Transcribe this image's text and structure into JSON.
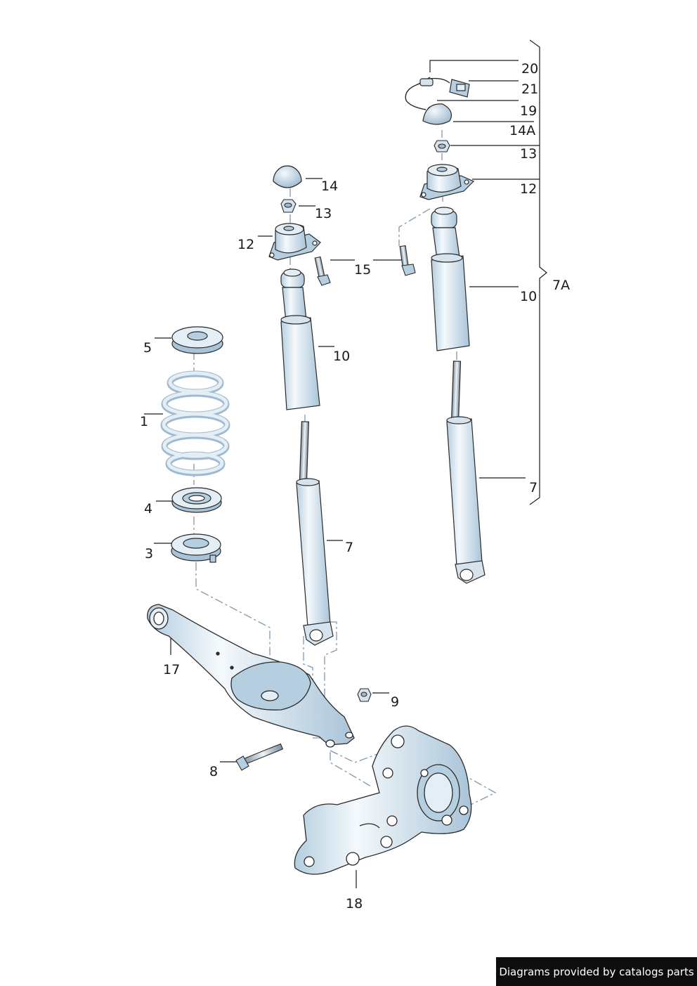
{
  "labels": {
    "l1": "1",
    "l3": "3",
    "l4": "4",
    "l5": "5",
    "l7a": "7",
    "l7b": "7",
    "l7A": "7A",
    "l8": "8",
    "l9": "9",
    "l10a": "10",
    "l10b": "10",
    "l12a": "12",
    "l12b": "12",
    "l13a": "13",
    "l13b": "13",
    "l14": "14",
    "l14A": "14A",
    "l15": "15",
    "l17": "17",
    "l18": "18",
    "l19": "19",
    "l20": "20",
    "l21": "21"
  },
  "credit": "Diagrams provided by catalogs parts",
  "colors": {
    "part_fill": "#e3eef5",
    "part_shade": "#b6cfe0",
    "outline": "#2a2a2a",
    "dash": "#7f98ab",
    "leader": "#1a1a1a"
  }
}
